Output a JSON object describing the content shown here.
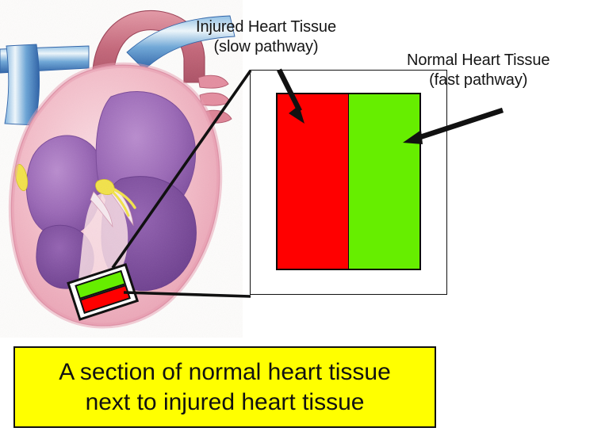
{
  "figure": {
    "title_alt": "A section of normal heart tissue next to injured heart tissue"
  },
  "labels": {
    "injured": {
      "line1": "Injured Heart Tissue",
      "line2": "(slow pathway)"
    },
    "normal": {
      "line1": "Normal Heart Tissue",
      "line2": "(fast pathway)"
    }
  },
  "caption": {
    "line1": "A section of normal heart tissue",
    "line2": "next to injured heart tissue",
    "background": "#ffff00",
    "border": "#111111"
  },
  "tissue": {
    "injured_color": "#ff0000",
    "normal_color": "#66ee00",
    "injured_width_pct": 50,
    "normal_width_pct": 50,
    "border_color": "#0a0a0a"
  },
  "inset": {
    "injured_color": "#ff0000",
    "normal_color": "#66ee00",
    "frame_color": "#ffffff",
    "outline_color": "#111111",
    "rotation_deg": -18
  },
  "heart": {
    "myocardium_color": "#f2b9c4",
    "chamber_color": "#9b6bb5",
    "aorta_color": "#c4677a",
    "vena_cava_color": "#4f86c6",
    "valve_color": "#f2e24a"
  },
  "annotations": {
    "arrow_injured": "arrow pointing down-right into red region",
    "arrow_normal": "arrow pointing down-left into green region",
    "leader_top": "line from inset to callout top-left",
    "leader_bottom": "line from inset to callout bottom-left"
  }
}
